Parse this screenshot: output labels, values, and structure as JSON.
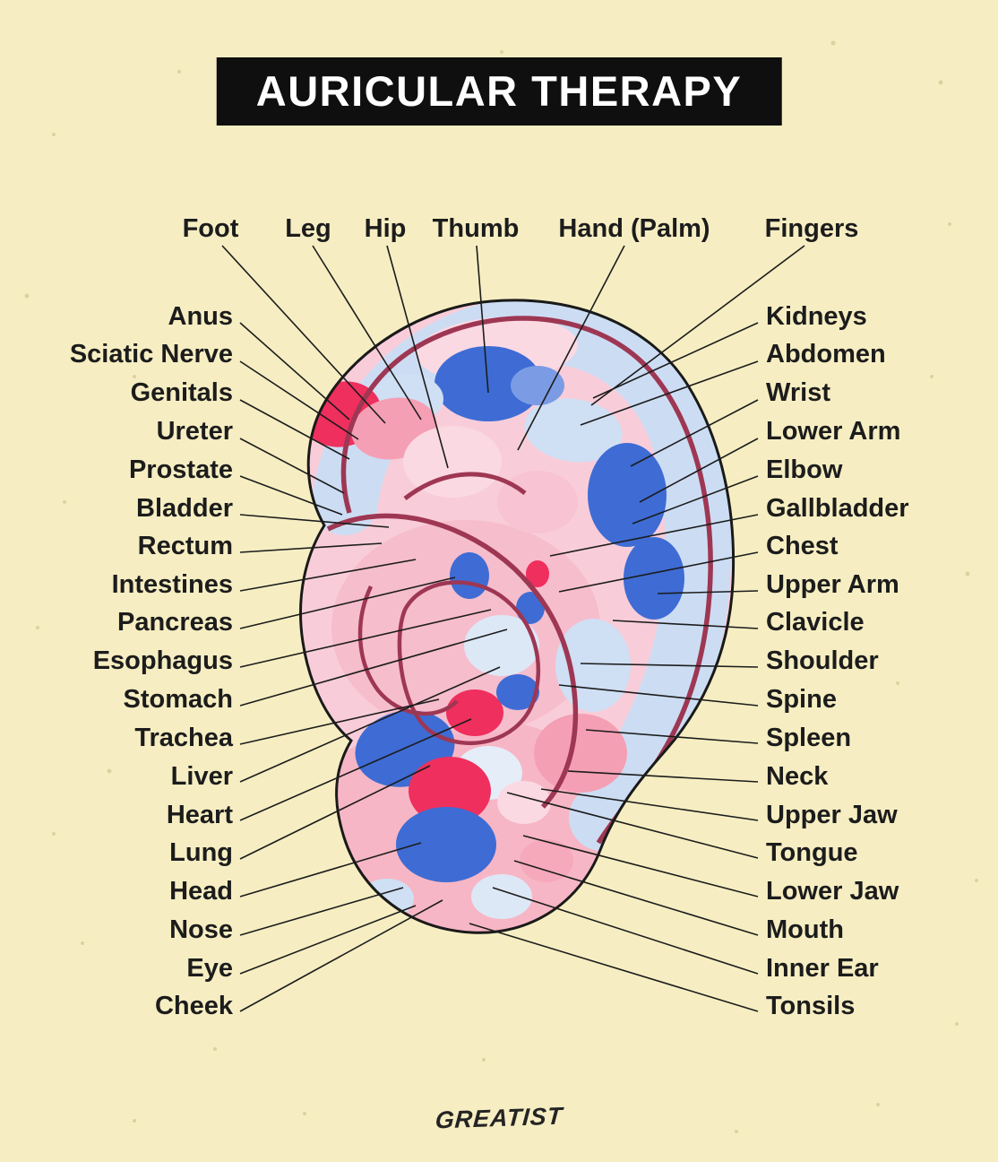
{
  "title": "AURICULAR THERAPY",
  "labels": {
    "top": [
      "Foot",
      "Leg",
      "Hip",
      "Thumb",
      "Hand (Palm)",
      "Fingers"
    ],
    "left": [
      "Anus",
      "Sciatic Nerve",
      "Genitals",
      "Ureter",
      "Prostate",
      "Bladder",
      "Rectum",
      "Intestines",
      "Pancreas",
      "Esophagus",
      "Stomach",
      "Trachea",
      "Liver",
      "Heart",
      "Lung",
      "Head",
      "Nose",
      "Eye",
      "Cheek"
    ],
    "right": [
      "Kidneys",
      "Abdomen",
      "Wrist",
      "Lower Arm",
      "Elbow",
      "Gallbladder",
      "Chest",
      "Upper Arm",
      "Clavicle",
      "Shoulder",
      "Spine",
      "Spleen",
      "Neck",
      "Upper Jaw",
      "Tongue",
      "Lower Jaw",
      "Mouth",
      "Inner Ear",
      "Tonsils"
    ]
  },
  "footer": {
    "logo": "GREATIST"
  },
  "colors": {
    "background": "#f6eec2",
    "banner": "#0f0f0f",
    "banner_text": "#ffffff",
    "label_text": "#1c1c1c",
    "ear_base": "#f8cdd9",
    "ear_lobe": "#f7b6c5",
    "scapha_band": "#ccddf3",
    "blob_blue": "#3e6cd4",
    "blob_pale_blue": "#cfdff4",
    "blob_red": "#ef2f5d",
    "blob_salmon": "#f59fb4",
    "blob_light_pink": "#fbd9e3",
    "helix_stroke": "#9e3753",
    "outline": "#1a1a1a"
  }
}
